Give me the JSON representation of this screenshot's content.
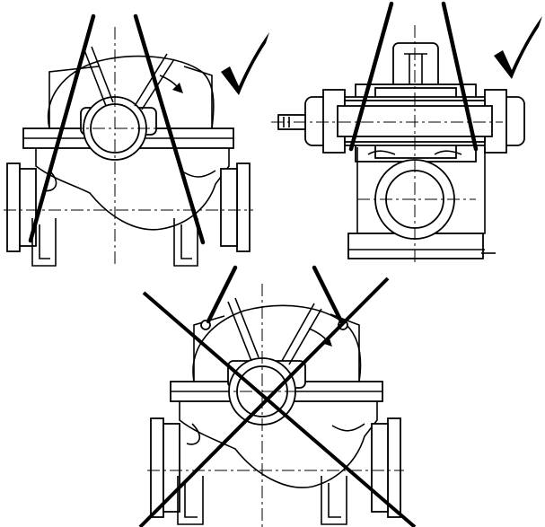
{
  "figure": {
    "panels": [
      {
        "id": "side-view-correct",
        "verdict": "correct",
        "mark_icon": "check-mark-icon"
      },
      {
        "id": "front-view-correct",
        "verdict": "correct",
        "mark_icon": "check-mark-icon"
      },
      {
        "id": "side-view-incorrect",
        "verdict": "incorrect",
        "mark_icon": "cross-out-icon"
      }
    ],
    "colors": {
      "ink": "#000000",
      "paper": "#ffffff"
    }
  }
}
